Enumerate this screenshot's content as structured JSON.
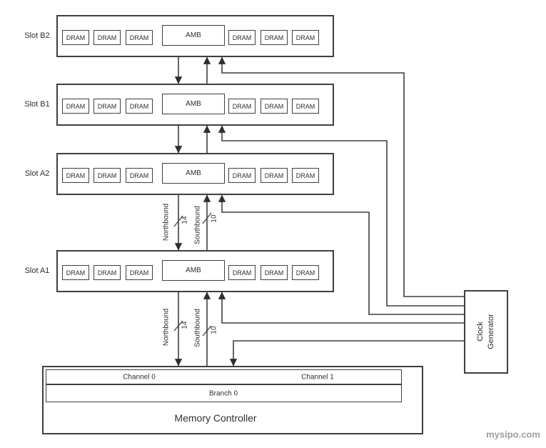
{
  "diagram": {
    "slots": [
      {
        "label": "Slot B2",
        "amb": "AMB",
        "chips": [
          "DRAM",
          "DRAM",
          "DRAM",
          "DRAM",
          "DRAM",
          "DRAM"
        ]
      },
      {
        "label": "Slot B1",
        "amb": "AMB",
        "chips": [
          "DRAM",
          "DRAM",
          "DRAM",
          "DRAM",
          "DRAM",
          "DRAM"
        ]
      },
      {
        "label": "Slot A2",
        "amb": "AMB",
        "chips": [
          "DRAM",
          "DRAM",
          "DRAM",
          "DRAM",
          "DRAM",
          "DRAM"
        ]
      },
      {
        "label": "Slot A1",
        "amb": "AMB",
        "chips": [
          "DRAM",
          "DRAM",
          "DRAM",
          "DRAM",
          "DRAM",
          "DRAM"
        ]
      }
    ],
    "buses": {
      "northbound_label": "Northbound",
      "northbound_width": "14",
      "southbound_label": "Southbound",
      "southbound_width": "10"
    },
    "memory_controller": {
      "channel0": "Channel 0",
      "channel1": "Channel 1",
      "branch": "Branch 0",
      "title": "Memory Controller"
    },
    "clock_generator": {
      "line1": "Clock",
      "line2": "Generator"
    },
    "watermark": "mysipo.com",
    "colors": {
      "line": "#3f3f3f",
      "text": "#2e2e2e",
      "watermark": "#9e9e9e",
      "background": "#ffffff"
    }
  }
}
